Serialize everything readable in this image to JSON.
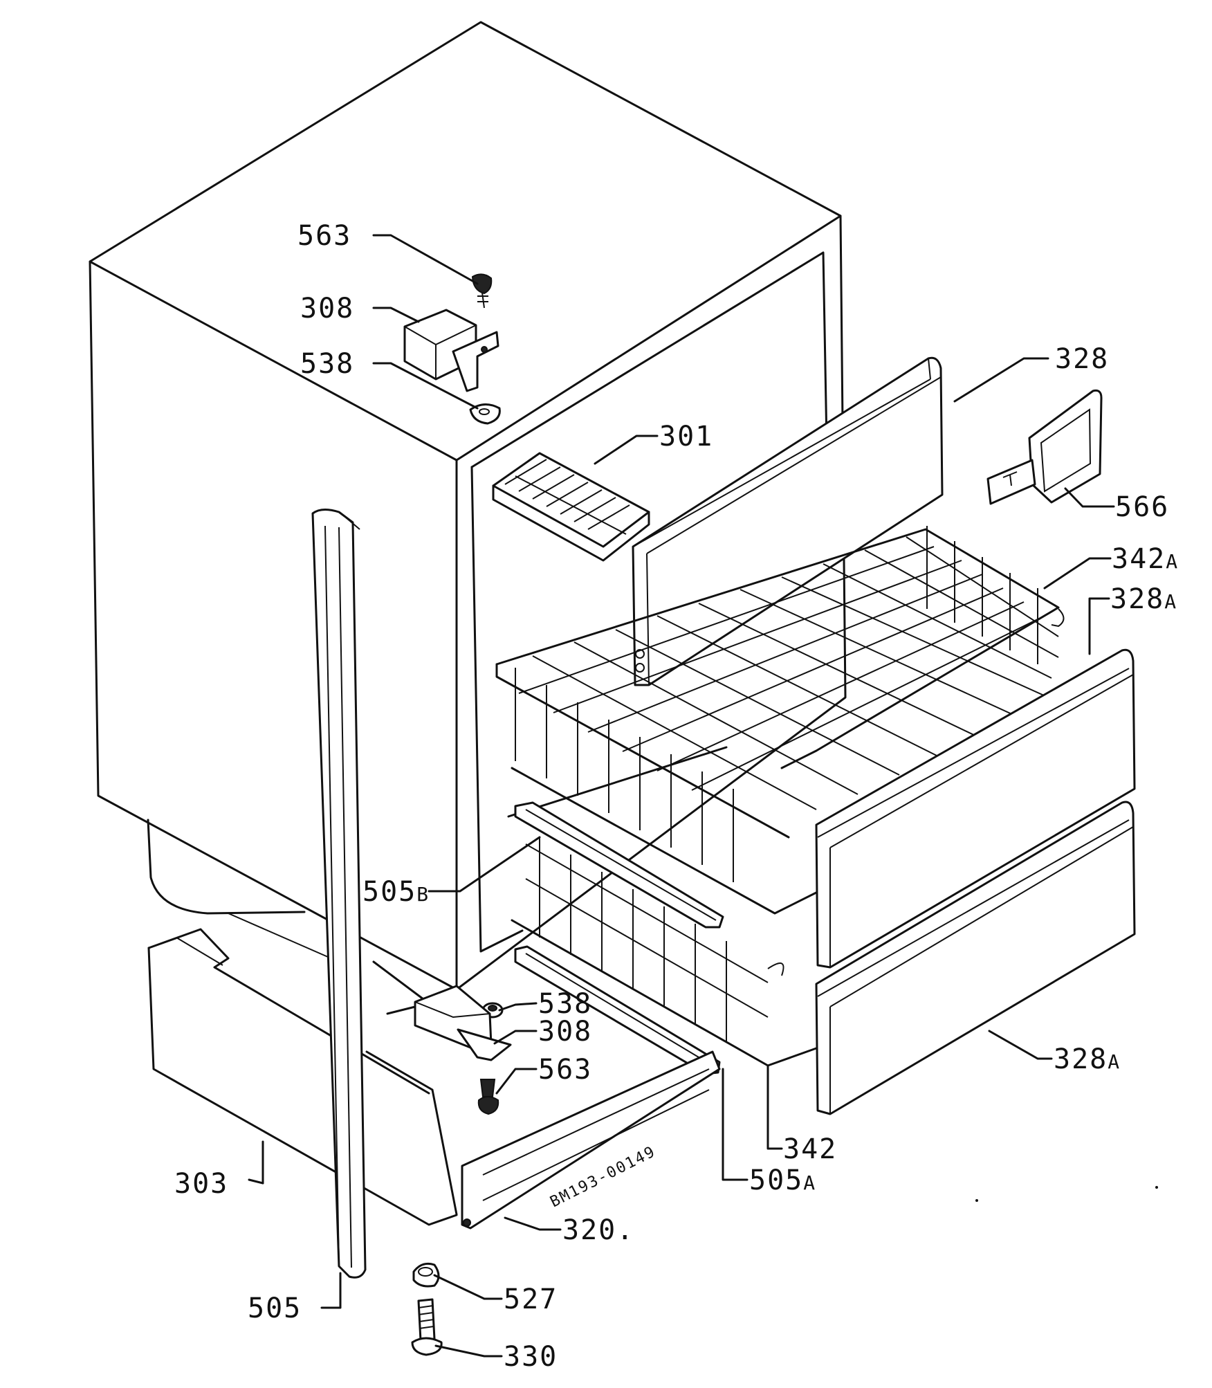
{
  "diagram": {
    "drawing_code": "BM193-00149",
    "labels": [
      {
        "id": "563-top",
        "text": "563"
      },
      {
        "id": "308-top",
        "text": "308"
      },
      {
        "id": "538-top",
        "text": "538"
      },
      {
        "id": "328",
        "text": "328"
      },
      {
        "id": "301",
        "text": "301"
      },
      {
        "id": "566",
        "text": "566"
      },
      {
        "id": "342a",
        "text": "342",
        "suffix": "A"
      },
      {
        "id": "328a-top",
        "text": "328",
        "suffix": "A"
      },
      {
        "id": "505b",
        "text": "505",
        "suffix": "B"
      },
      {
        "id": "538-bottom",
        "text": "538"
      },
      {
        "id": "308-bottom",
        "text": "308"
      },
      {
        "id": "563-bottom",
        "text": "563"
      },
      {
        "id": "328a-bottom",
        "text": "328",
        "suffix": "A"
      },
      {
        "id": "342",
        "text": "342"
      },
      {
        "id": "505a",
        "text": "505",
        "suffix": "A"
      },
      {
        "id": "303",
        "text": "303"
      },
      {
        "id": "320",
        "text": "320."
      },
      {
        "id": "505",
        "text": "505"
      },
      {
        "id": "527",
        "text": "527"
      },
      {
        "id": "330",
        "text": "330"
      }
    ]
  }
}
